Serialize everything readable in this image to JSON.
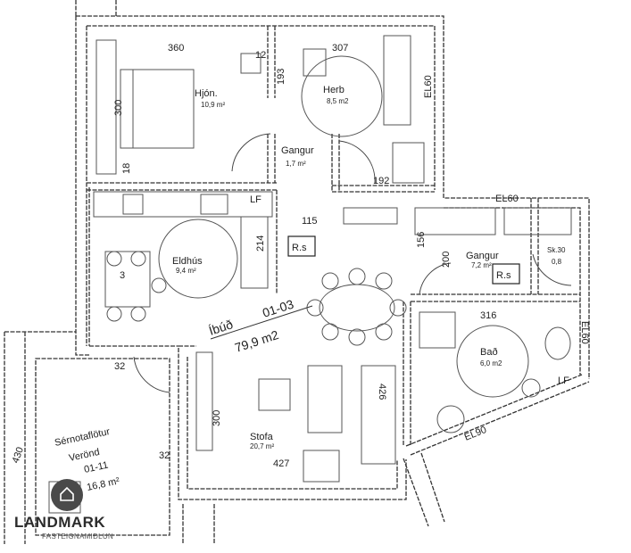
{
  "dimensions": {
    "d360": "360",
    "d307": "307",
    "d12": "12",
    "d193": "193",
    "d300a": "300",
    "d18": "18",
    "d192": "192",
    "d115": "115",
    "d214": "214",
    "d3": "3",
    "d156": "156",
    "d200": "200",
    "d316": "316",
    "d426": "426",
    "d300b": "300",
    "d427": "427",
    "d32a": "32",
    "d32b": "32",
    "d430": "430",
    "el60a": "EL60",
    "el60b": "EL60",
    "el90": "EL90",
    "el60c": "EL60",
    "lf1": "LF",
    "lf2": "LF"
  },
  "rooms": {
    "hjon": {
      "name": "Hjón.",
      "area": "10,9 m²"
    },
    "herb": {
      "name": "Herb",
      "area": "8,5 m2"
    },
    "gangur1": {
      "name": "Gangur",
      "area": "1,7 m²"
    },
    "eldhus": {
      "name": "Eldhús",
      "area": "9,4 m²"
    },
    "gangur2": {
      "name": "Gangur",
      "area": "7,2 m²"
    },
    "sk": {
      "name": "Sk.30",
      "area": "0,8"
    },
    "bad": {
      "name": "Bað",
      "area": "6,0 m2"
    },
    "stofa": {
      "name": "Stofa",
      "area": "20,7 m²"
    },
    "ibud": {
      "name": "Íbúð",
      "code": "01-03",
      "area": "79,9 m2"
    },
    "sernot": {
      "name": "Sérnotaflötur",
      "sub": "Verönd",
      "code": "01-11",
      "area": "16,8 m²"
    }
  },
  "markers": {
    "rs1": "R.s",
    "rs2": "R.s"
  },
  "brand": {
    "name": "LANDMARK",
    "tagline": "FASTEIGNAMIÐLUN"
  }
}
